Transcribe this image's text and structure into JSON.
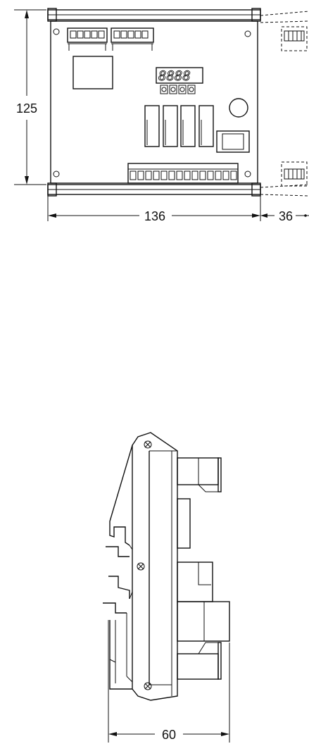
{
  "dimensions": {
    "height_label": "125",
    "width_label": "136",
    "extension_label": "36",
    "depth_label": "60"
  }
}
